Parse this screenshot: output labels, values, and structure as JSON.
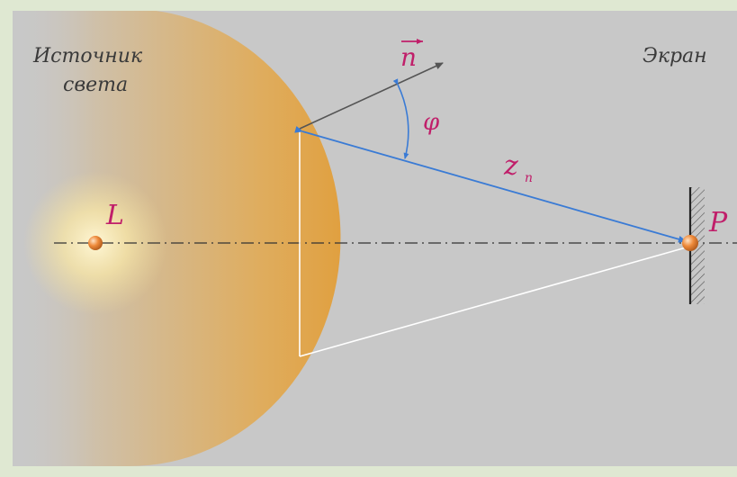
{
  "labels": {
    "source_line1": "Источник",
    "source_line2": "света",
    "screen": "Экран",
    "point_L": "L",
    "point_P": "P",
    "normal_vector": "n",
    "angle": "φ",
    "distance_main": "z",
    "distance_sub": "n"
  },
  "colors": {
    "panel_background": "#c8c8c8",
    "outer_background": "#dfe8d2",
    "wavefront": "#e3a84c",
    "label_accent": "#c01f6a",
    "blue_ray": "#3a7bd5",
    "normal_arrow": "#555555",
    "glow_center": "#fff5d0"
  }
}
